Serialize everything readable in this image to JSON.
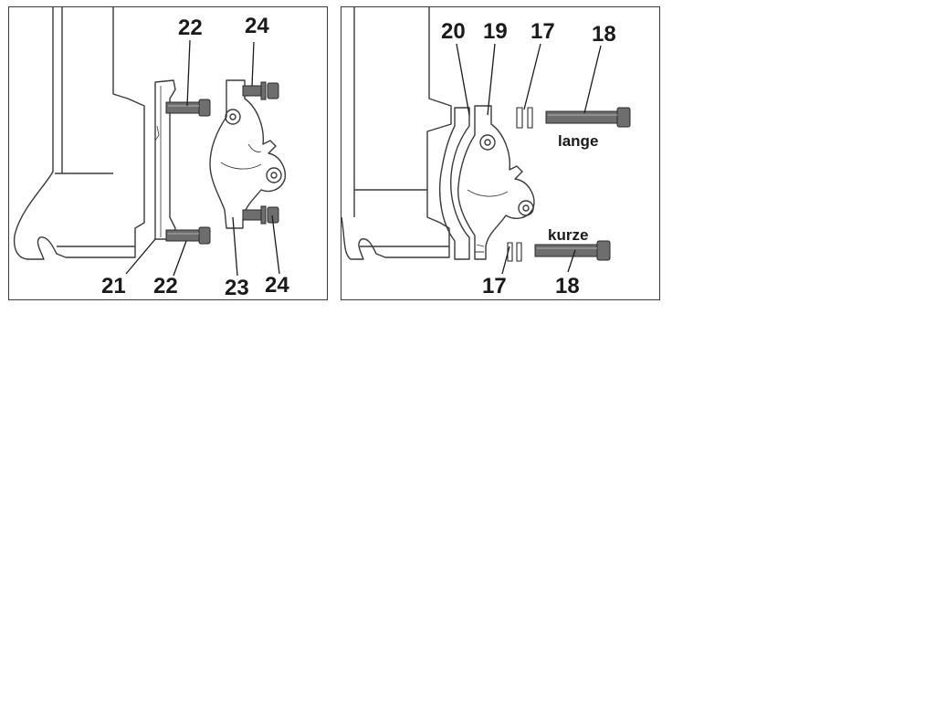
{
  "left_panel": {
    "callouts": {
      "bolt_top": "22",
      "bolt_bottom": "22",
      "screw_top": "24",
      "screw_bottom": "24",
      "adapter": "21",
      "caliper": "23"
    }
  },
  "right_panel": {
    "callouts": {
      "adapter": "20",
      "caliper": "19",
      "washer_top": "17",
      "washer_bottom": "17",
      "bolt_long": "18",
      "bolt_short": "18"
    },
    "words": {
      "long": "lange",
      "short": "kurze"
    }
  },
  "colors": {
    "line": "#3a3a3a",
    "bolt_fill": "#6e6e6e",
    "bolt_shade": "#9a9a9a",
    "text": "#1a1a1a"
  }
}
